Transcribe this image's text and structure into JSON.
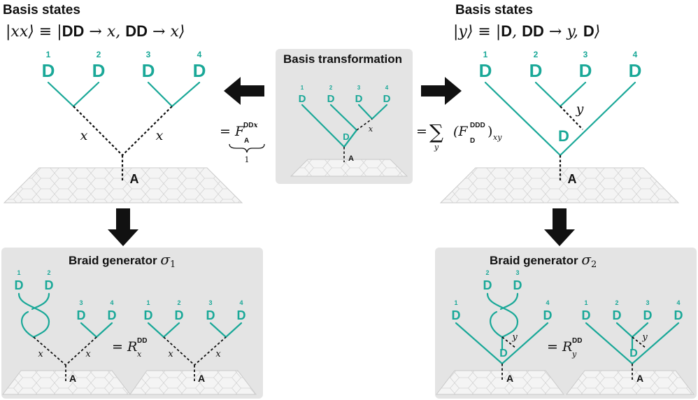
{
  "left_state": {
    "heading": "Basis states",
    "ket": "|xx⟩ ≡ |",
    "ket_bold_1": "DD",
    "ket_mid": " → x, ",
    "ket_bold_2": "DD",
    "ket_end": " → x⟩",
    "anyons": [
      {
        "index": "1",
        "label": "D"
      },
      {
        "index": "2",
        "label": "D"
      },
      {
        "index": "3",
        "label": "D"
      },
      {
        "index": "4",
        "label": "D"
      }
    ],
    "channel_labels": [
      "x",
      "x"
    ],
    "root": "A"
  },
  "right_state": {
    "heading": "Basis states",
    "ket_start": "|y⟩ ≡ |",
    "ket_bold_1": "D",
    "ket_sep": ", ",
    "ket_bold_2": "DD",
    "ket_mid": " → y, ",
    "ket_bold_3": "D",
    "ket_end": "⟩",
    "anyons": [
      {
        "index": "1",
        "label": "D"
      },
      {
        "index": "2",
        "label": "D"
      },
      {
        "index": "3",
        "label": "D"
      },
      {
        "index": "4",
        "label": "D"
      }
    ],
    "channel_label": "y",
    "inner_fusion": "D",
    "root": "A"
  },
  "transformation": {
    "title": "Basis transformation",
    "anyons": [
      {
        "index": "1",
        "label": "D"
      },
      {
        "index": "2",
        "label": "D"
      },
      {
        "index": "3",
        "label": "D"
      },
      {
        "index": "4",
        "label": "D"
      }
    ],
    "channel_label": "x",
    "inner_fusion": "D",
    "root": "A",
    "left_eq_prefix": "= F",
    "left_eq_sub": "A",
    "left_eq_sup": "DD",
    "left_eq_sup_var": "x",
    "left_eq_under": "1",
    "right_eq_prefix": "=",
    "right_eq_sum": "∑",
    "right_eq_sum_index": "y",
    "right_eq_f": "(F",
    "right_eq_sub": "D",
    "right_eq_sup": "DDD",
    "right_eq_close": ")",
    "right_eq_idx": "xy"
  },
  "braid_1": {
    "title": "Braid generator ",
    "symbol": "σ",
    "symbol_sub": "1",
    "lhs_anyons": [
      {
        "index": "1",
        "label": "D"
      },
      {
        "index": "2",
        "label": "D"
      },
      {
        "index": "3",
        "label": "D"
      },
      {
        "index": "4",
        "label": "D"
      }
    ],
    "rhs_anyons": [
      {
        "index": "1",
        "label": "D"
      },
      {
        "index": "2",
        "label": "D"
      },
      {
        "index": "3",
        "label": "D"
      },
      {
        "index": "4",
        "label": "D"
      }
    ],
    "channel_labels": [
      "x",
      "x"
    ],
    "root": "A",
    "eq_prefix": "= R",
    "eq_sup": "DD",
    "eq_sub": "x"
  },
  "braid_2": {
    "title": "Braid generator ",
    "symbol": "σ",
    "symbol_sub": "2",
    "lhs_anyons": [
      {
        "index": "1",
        "label": "D"
      },
      {
        "index": "2",
        "label": "D"
      },
      {
        "index": "3",
        "label": "D"
      },
      {
        "index": "4",
        "label": "D"
      }
    ],
    "rhs_anyons": [
      {
        "index": "1",
        "label": "D"
      },
      {
        "index": "2",
        "label": "D"
      },
      {
        "index": "3",
        "label": "D"
      },
      {
        "index": "4",
        "label": "D"
      }
    ],
    "channel_label": "y",
    "inner_fusion": "D",
    "root": "A",
    "eq_prefix": "= R",
    "eq_sup": "DD",
    "eq_sub": "y"
  }
}
